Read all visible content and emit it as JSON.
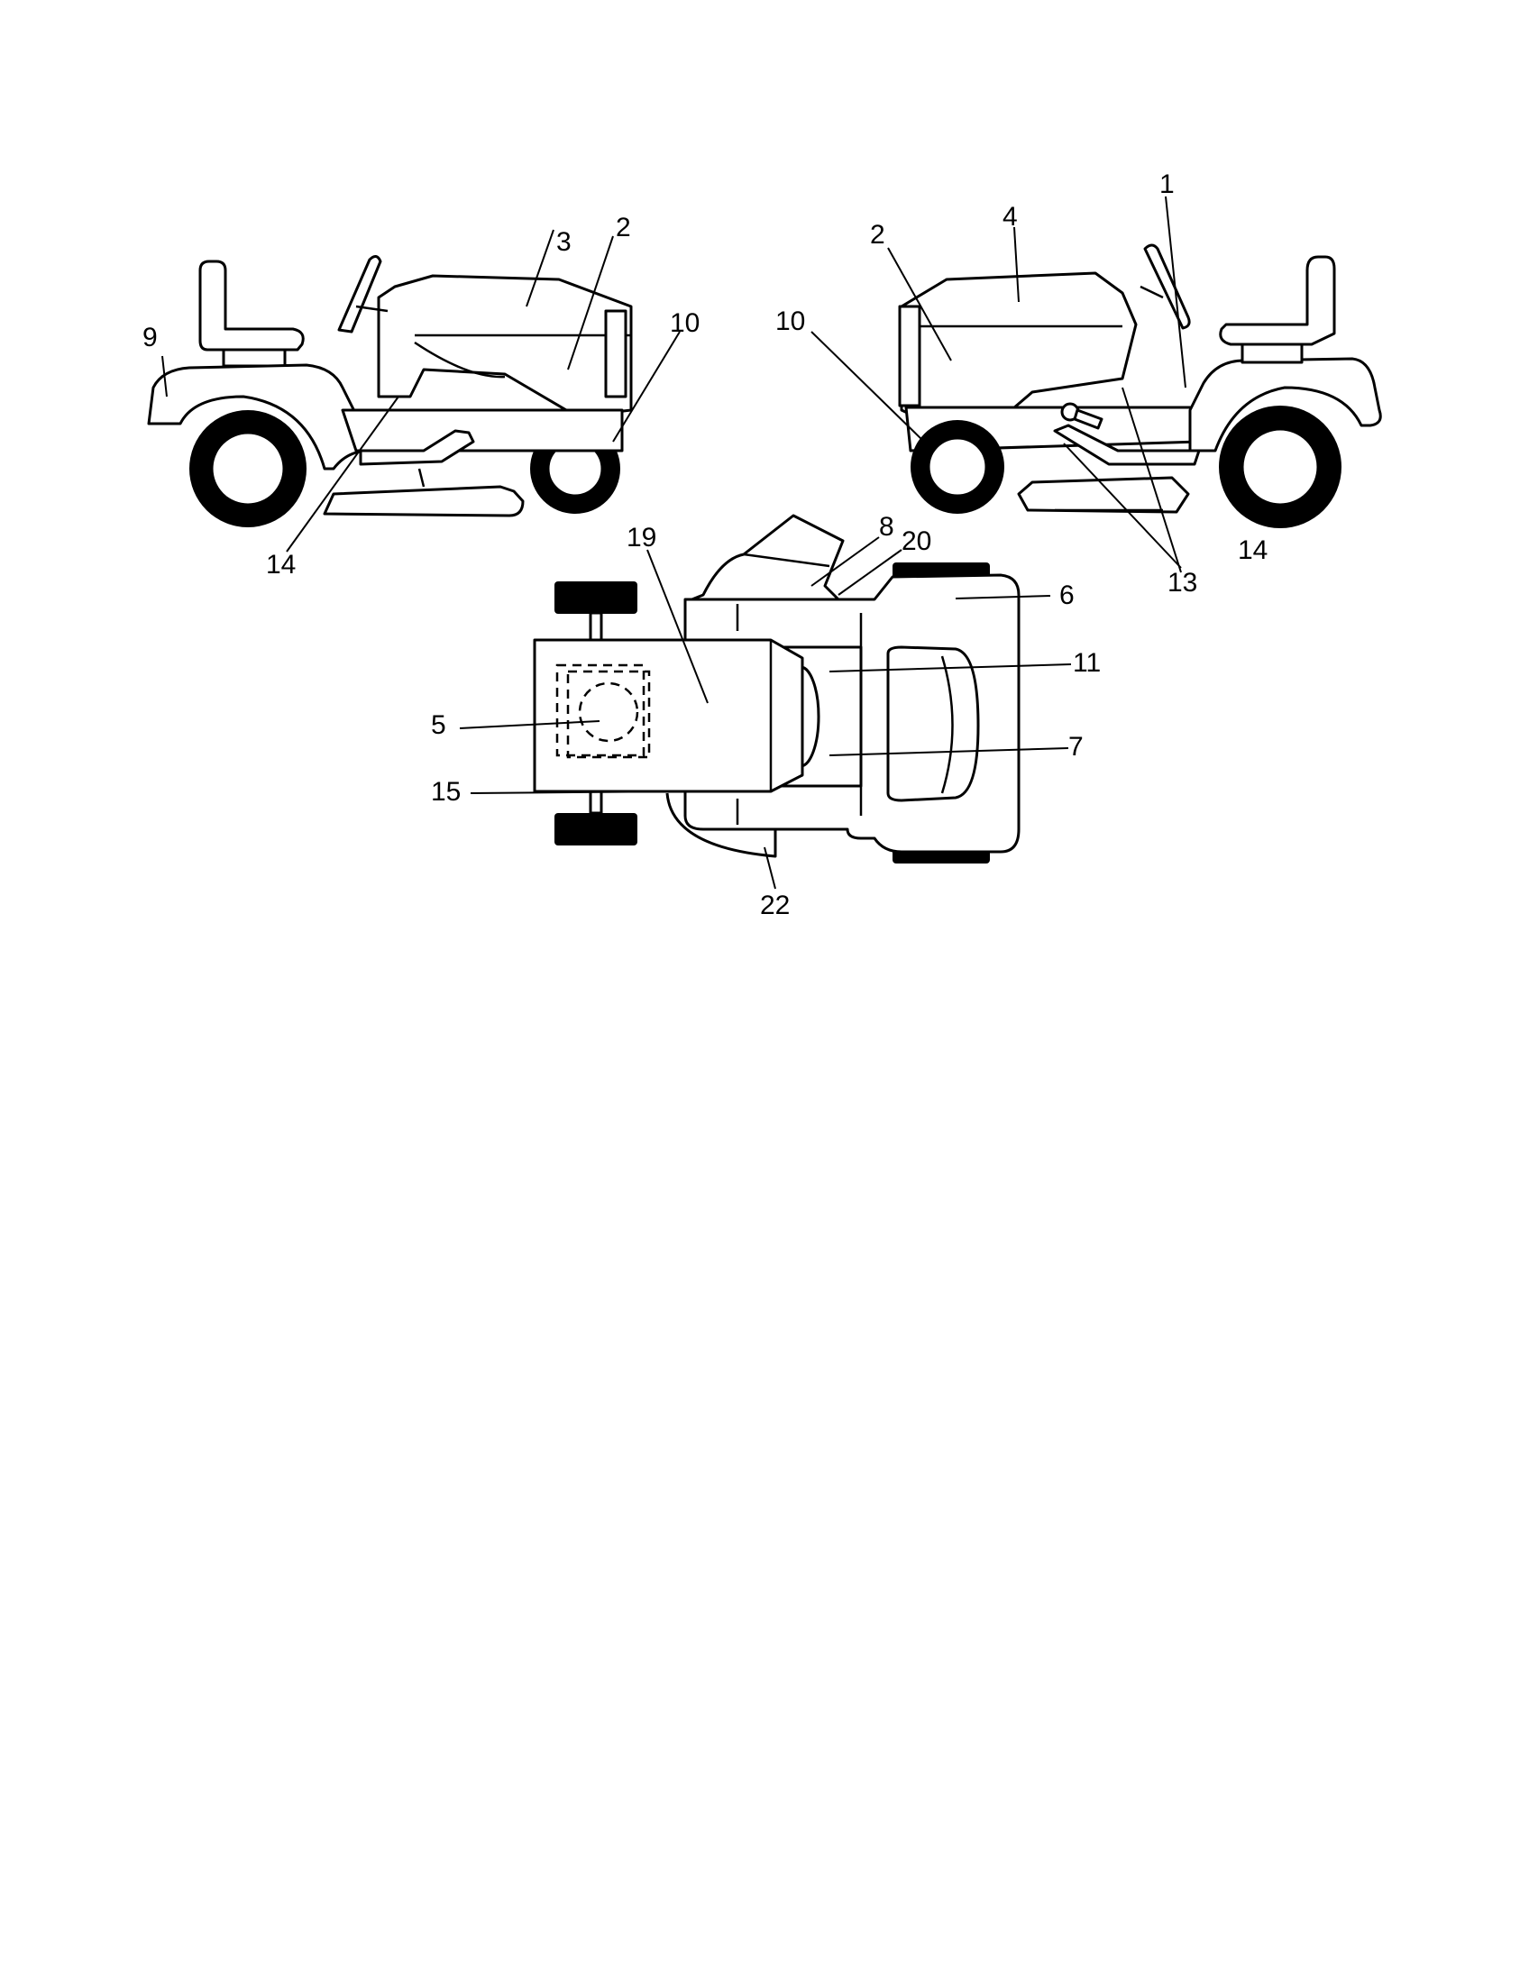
{
  "diagram": {
    "labels": {
      "l1": "1",
      "l2a": "2",
      "l2b": "2",
      "l3": "3",
      "l4": "4",
      "l5": "5",
      "l6": "6",
      "l7": "7",
      "l8": "8",
      "l9": "9",
      "l10a": "10",
      "l10b": "10",
      "l11": "11",
      "l13": "13",
      "l14a": "14",
      "l14b": "14",
      "l15": "15",
      "l19": "19",
      "l20": "20",
      "l22": "22"
    }
  }
}
